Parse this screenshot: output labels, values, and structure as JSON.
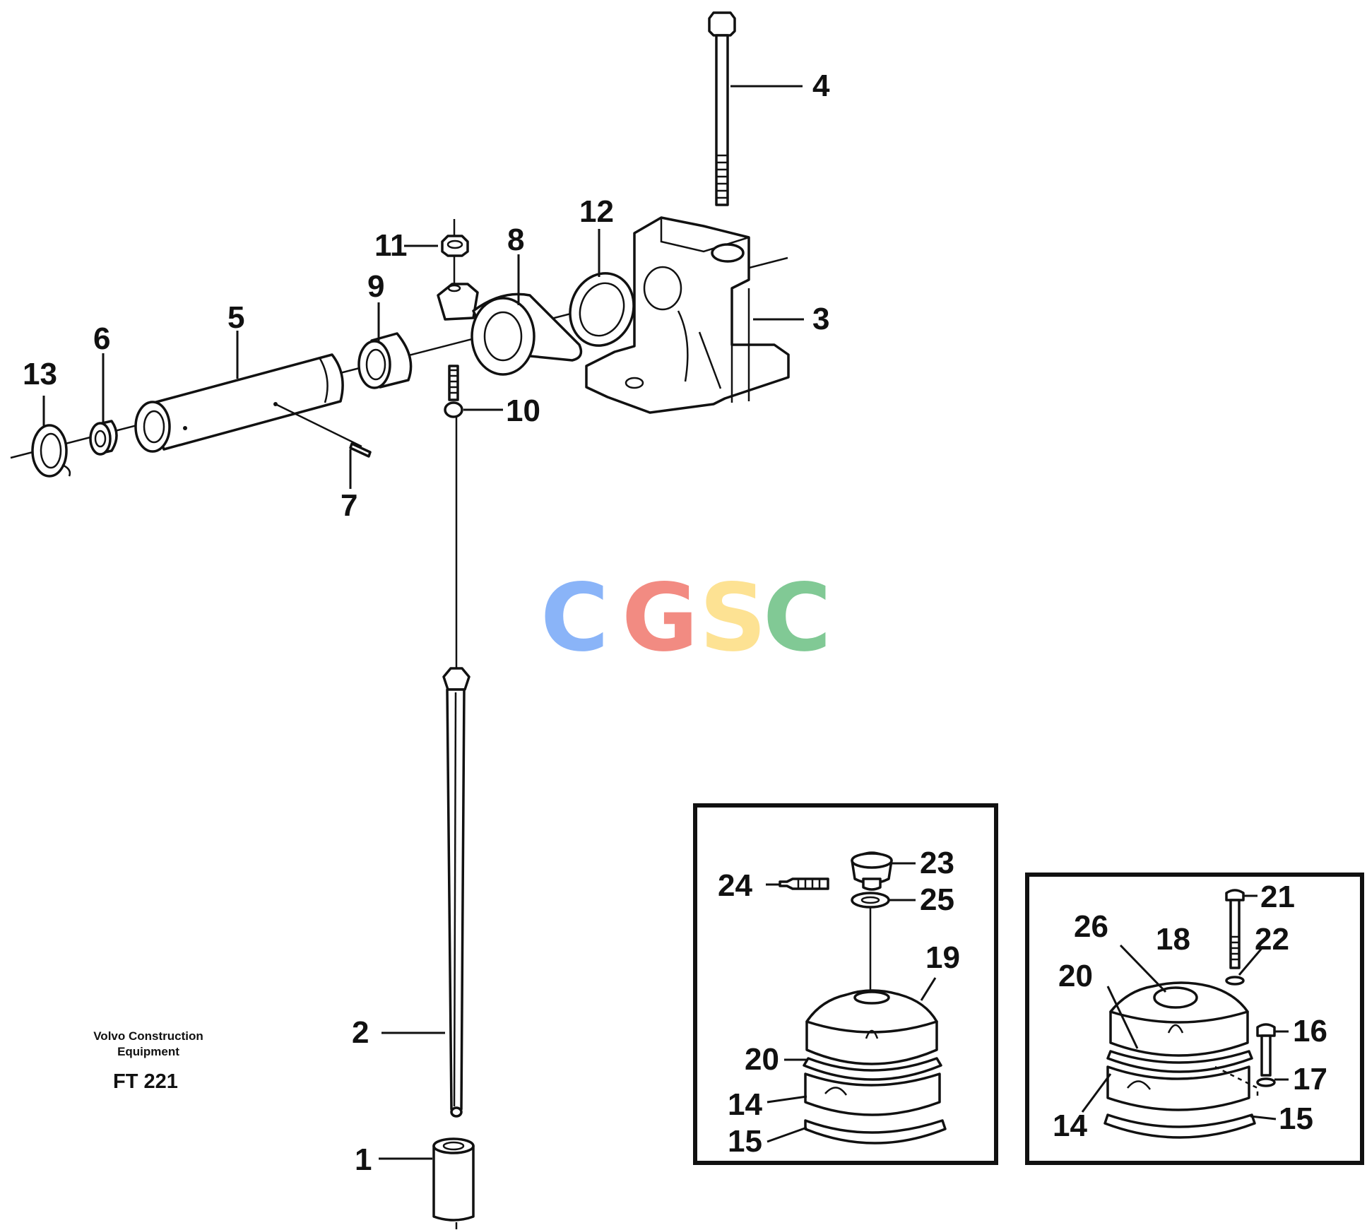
{
  "title": "FT 221",
  "publisher": "Volvo Construction Equipment",
  "watermark": {
    "letters": [
      "C",
      "G",
      "S",
      "C"
    ],
    "colors": [
      "#8ab4f8",
      "#f28b82",
      "#fde293",
      "#81c995"
    ]
  },
  "callouts": {
    "p1": "1",
    "p2": "2",
    "p3": "3",
    "p4": "4",
    "p5": "5",
    "p6": "6",
    "p7": "7",
    "p8": "8",
    "p9": "9",
    "p10": "10",
    "p11": "11",
    "p12": "12",
    "p13": "13",
    "a24": "24",
    "a23": "23",
    "a25": "25",
    "a19": "19",
    "a20": "20",
    "a14": "14",
    "a15": "15",
    "b21": "21",
    "b26": "26",
    "b18": "18",
    "b22": "22",
    "b20": "20",
    "b16": "16",
    "b17": "17",
    "b14": "14",
    "b15": "15"
  }
}
